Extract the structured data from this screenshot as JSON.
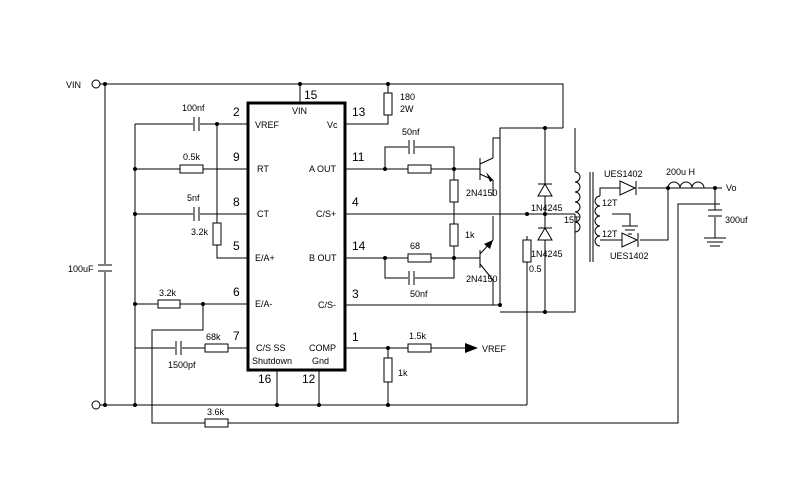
{
  "ic": {
    "pins": [
      {
        "num": "2",
        "label": "VREF"
      },
      {
        "num": "9",
        "label": "RT"
      },
      {
        "num": "8",
        "label": "CT"
      },
      {
        "num": "5",
        "label": "E/A+"
      },
      {
        "num": "6",
        "label": "E/A-"
      },
      {
        "num": "7",
        "label": "C/S SS"
      },
      {
        "num": "15",
        "label": "VIN"
      },
      {
        "num": "13",
        "label": "Vc"
      },
      {
        "num": "11",
        "label": "A OUT"
      },
      {
        "num": "4",
        "label": "C/S+"
      },
      {
        "num": "14",
        "label": "B OUT"
      },
      {
        "num": "3",
        "label": "C/S-"
      },
      {
        "num": "1",
        "label": "COMP"
      },
      {
        "num": "16",
        "label": "Shutdown"
      },
      {
        "num": "12",
        "label": "Gnd"
      }
    ]
  },
  "nets": {
    "vin": "VIN",
    "vref_out": "VREF",
    "vo": "Vo"
  },
  "components": {
    "c_100nf": "100nf",
    "r_0_5k": "0.5k",
    "c_5nf": "5nf",
    "r_3_2k_a": "3.2k",
    "r_3_2k_b": "3.2k",
    "c_100uf": "100uF",
    "r_68k": "68k",
    "c_1500pf": "1500pf",
    "r_3_6k": "3.6k",
    "r_180": "180",
    "r_180_power": "2W",
    "c_50nf_a": "50nf",
    "c_50nf_b": "50nf",
    "r_68": "68",
    "q_top": "2N4150",
    "q_bottom": "2N4150",
    "r_1k_base": "1k",
    "r_1_5k": "1.5k",
    "r_1k_comp": "1k",
    "d_top": "1N4245",
    "d_bottom": "1N4245",
    "r_0_5": "0.5",
    "xfmr_primary": "15T",
    "xfmr_sec_top": "12T",
    "xfmr_sec_bottom": "12T",
    "d_ues_top": "UES1402",
    "d_ues_bottom": "UES1402",
    "l_200uh": "200u H",
    "c_300uf": "300uf"
  }
}
